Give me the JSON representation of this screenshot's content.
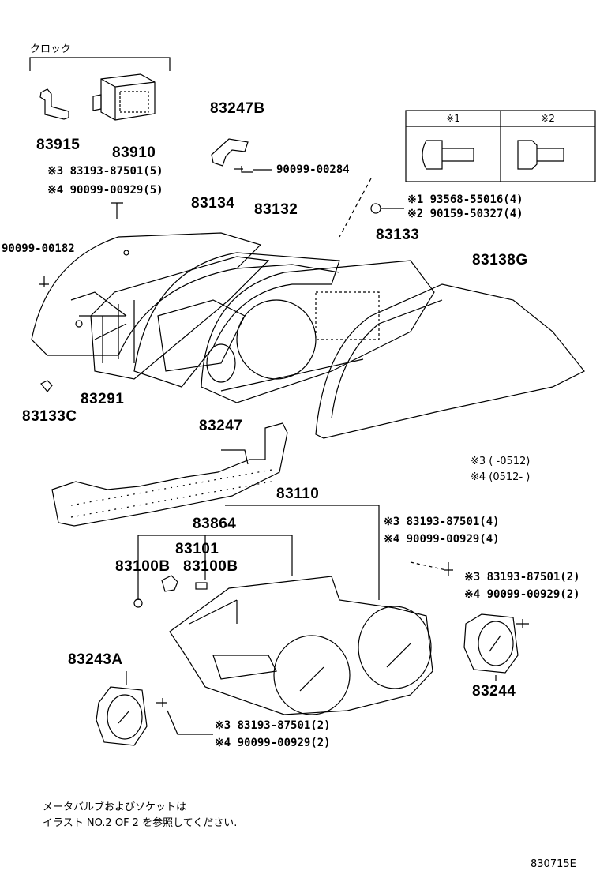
{
  "clock_label": "クロック",
  "parts": {
    "p83915": "83915",
    "p83910": "83910",
    "p83247B": "83247B",
    "p83134": "83134",
    "p83132": "83132",
    "p83133": "83133",
    "p83138G": "83138G",
    "p83291": "83291",
    "p83133C": "83133C",
    "p83247": "83247",
    "p83110": "83110",
    "p83864": "83864",
    "p83101": "83101",
    "p83100B_a": "83100B",
    "p83100B_b": "83100B",
    "p83243A": "83243A",
    "p83244": "83244"
  },
  "bolts": {
    "b_left_1": "※3 83193-87501(5)",
    "b_left_2": "※4 90099-00929(5)",
    "b_screw_top": "90099-00284",
    "b_screw_left": "90099-00182",
    "b_s1": "※1 93568-55016(4)",
    "b_s2": "※2 90159-50327(4)",
    "b_mid_1": "※3 83193-87501(4)",
    "b_mid_2": "※4 90099-00929(4)",
    "b_right_1": "※3 83193-87501(2)",
    "b_right_2": "※4 90099-00929(2)",
    "b_bottom_1": "※3 83193-87501(2)",
    "b_bottom_2": "※4 90099-00929(2)"
  },
  "table": {
    "h1": "※1",
    "h2": "※2"
  },
  "notes": {
    "n3": "※3 (        -0512)",
    "n4": "※4 (0512-        )",
    "footer_1": "メータバルブおよびソケットは",
    "footer_2": "イラスト NO.2 OF 2 を参照してください.",
    "code": "830715E"
  }
}
